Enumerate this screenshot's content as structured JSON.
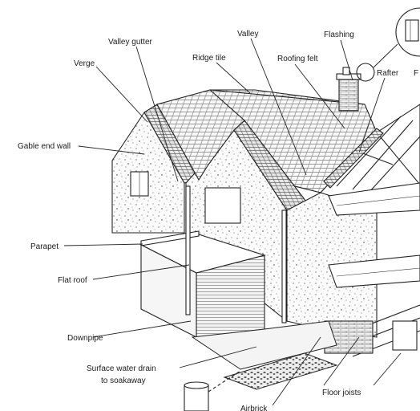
{
  "labels": {
    "valley_gutter": "Valley gutter",
    "valley": "Valley",
    "flashing": "Flashing",
    "verge": "Verge",
    "ridge_tile": "Ridge tile",
    "roofing_felt": "Roofing felt",
    "rafter": "Rafter",
    "cut_letter": "F",
    "gable_end_wall": "Gable end wall",
    "parapet": "Parapet",
    "flat_roof": "Flat roof",
    "downpipe": "Downpipe",
    "surface_drain_line1": "Surface water drain",
    "surface_drain_line2": "to soakaway",
    "floor_joists": "Floor joists",
    "airbrick": "Airbrick"
  },
  "colors": {
    "ink": "#222222",
    "background": "#ffffff"
  }
}
